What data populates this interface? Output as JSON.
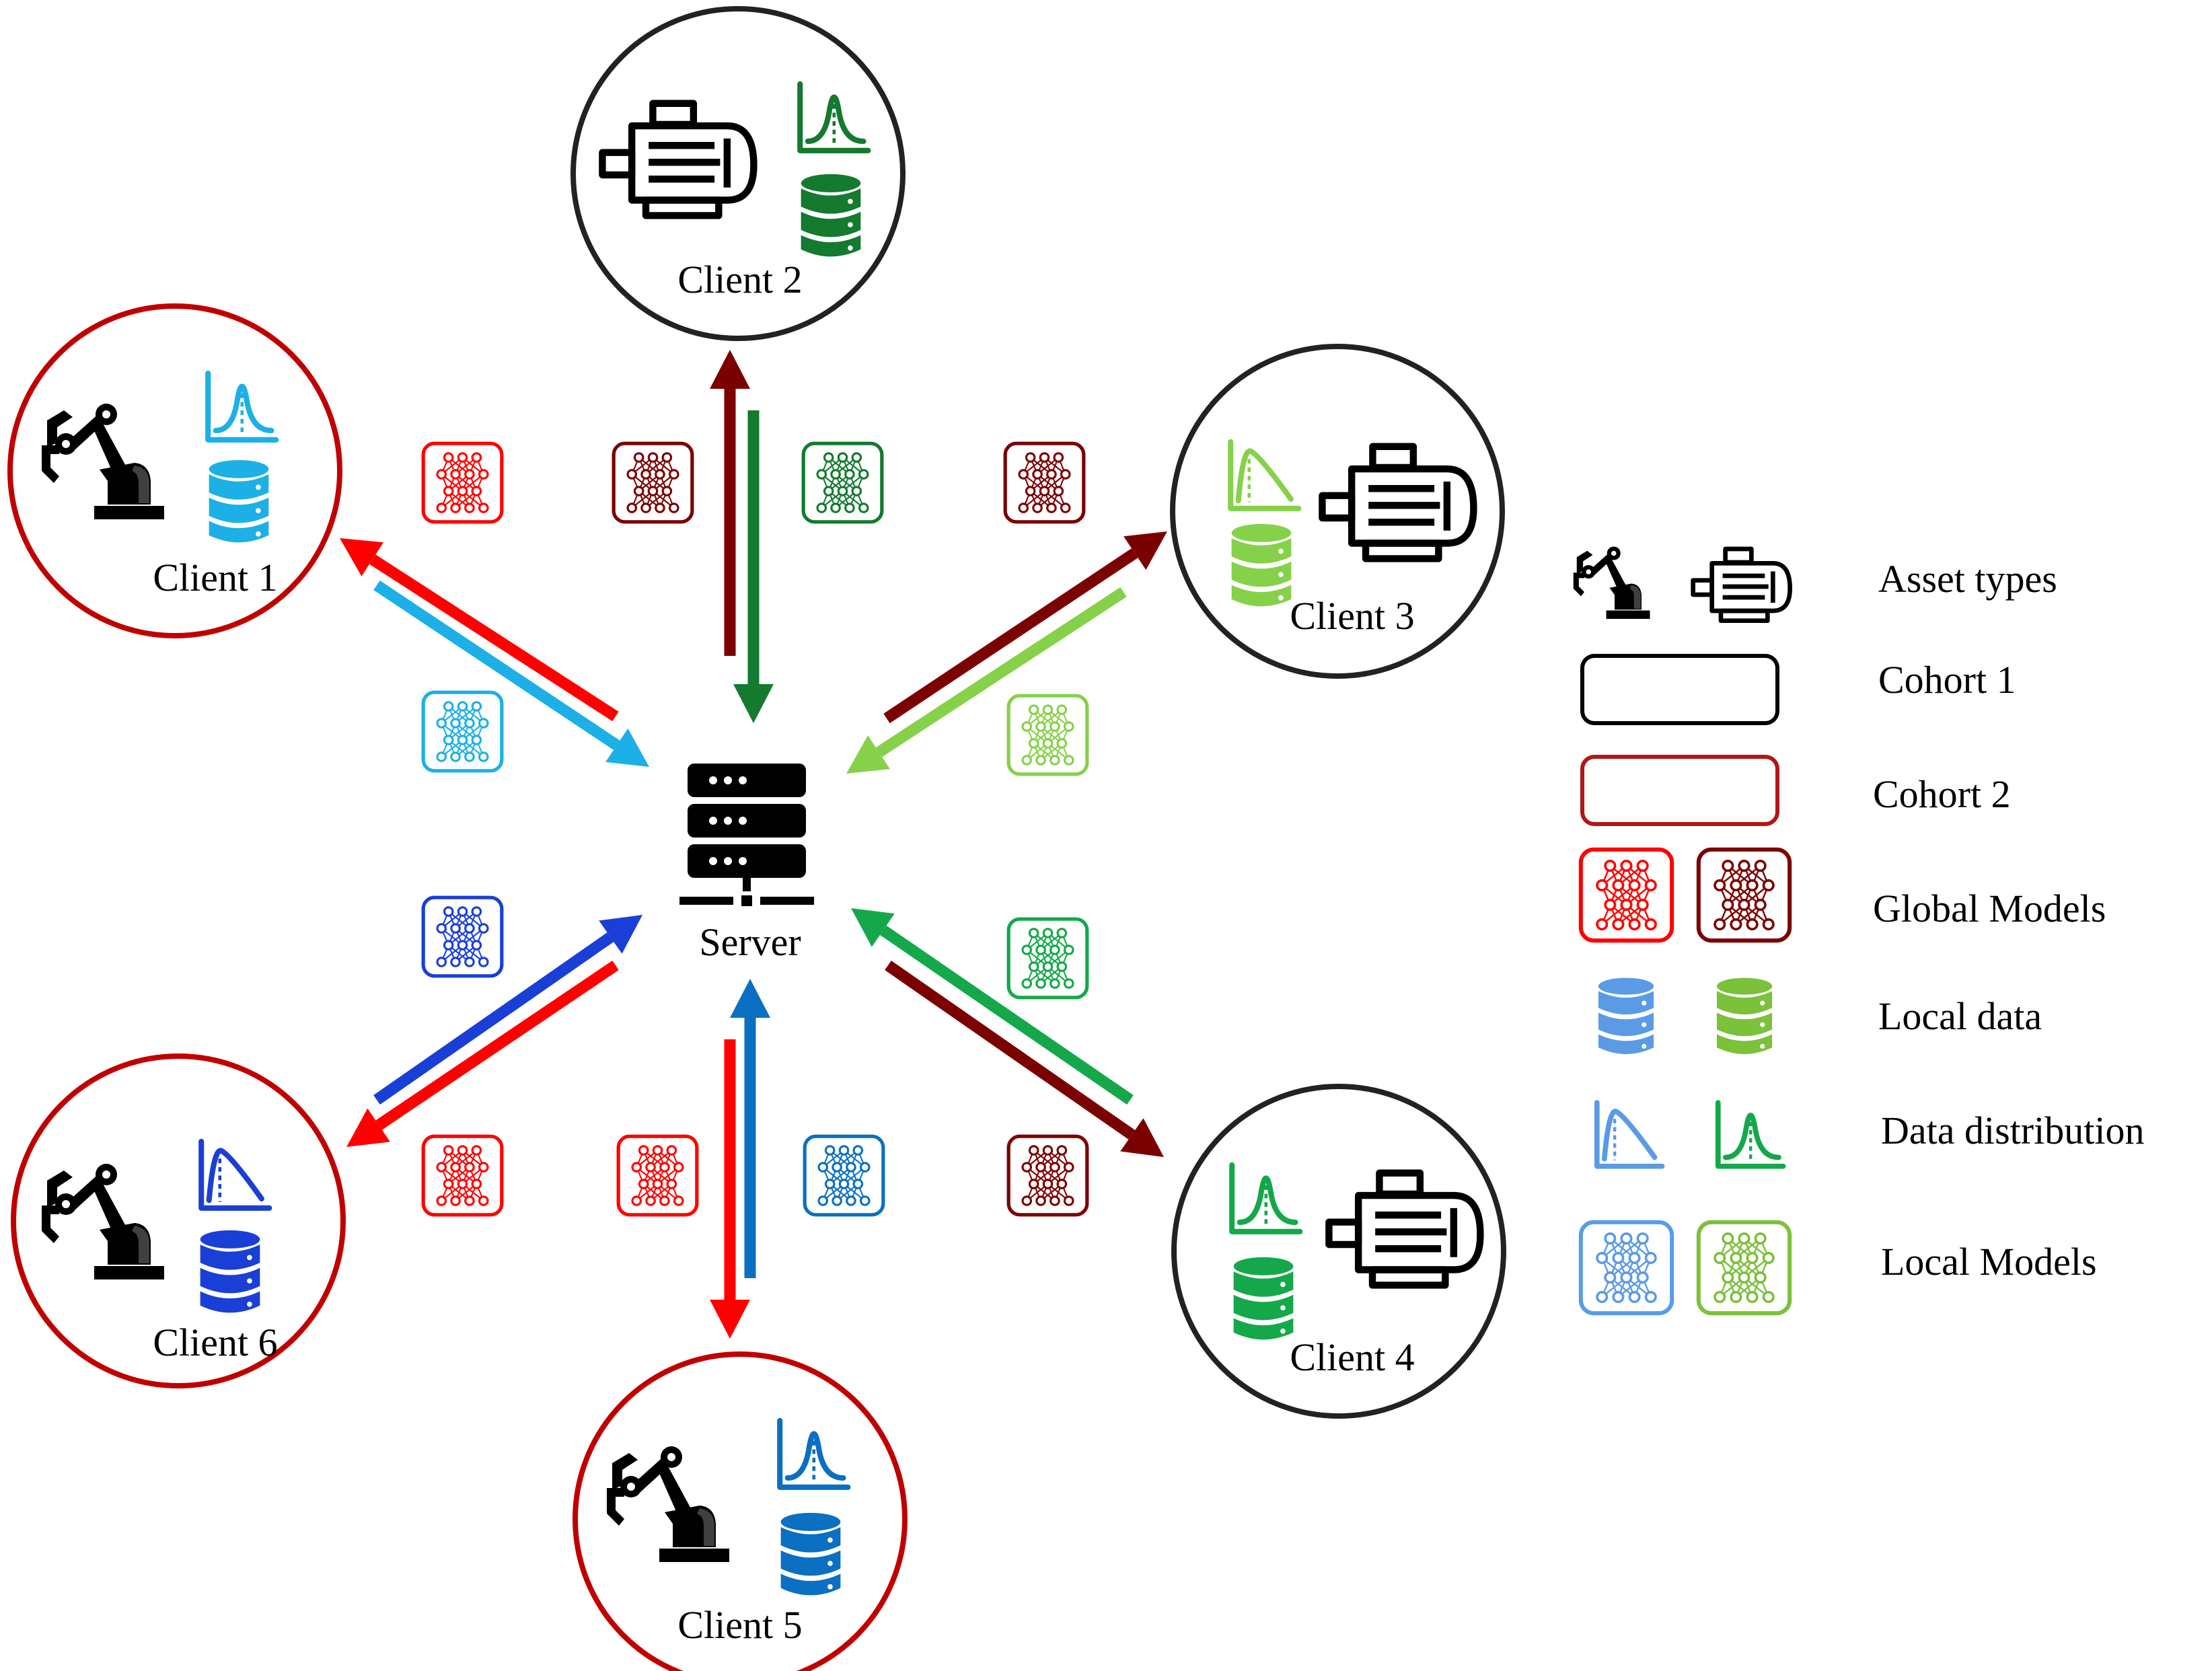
{
  "colors": {
    "cohort1_ring": "#222222",
    "cohort2_ring": "#c00000",
    "global_model_red": "#ff0000",
    "global_model_darkred": "#7b0000",
    "client1_data": "#1cb0e6",
    "client2_data": "#137a2e",
    "client3_data": "#86d14a",
    "client4_data": "#14a84a",
    "client5_data": "#0b6fc2",
    "client6_data": "#1a3fd6",
    "legend_blue": "#5b9be6",
    "legend_green": "#7bc13a",
    "legend_dark_green": "#14a84a"
  },
  "icons": {
    "asset_robot": "robot-arm-icon",
    "asset_motor": "electric-motor-icon",
    "server": "server-icon",
    "database": "database-icon",
    "distribution": "distribution-curve-icon",
    "model": "neural-network-icon"
  },
  "server": {
    "label": "Server"
  },
  "clients": [
    {
      "id": 1,
      "label": "Client 1",
      "cohort": 2,
      "asset": "robot",
      "color": "#1cb0e6",
      "distribution": "bell"
    },
    {
      "id": 2,
      "label": "Client 2",
      "cohort": 1,
      "asset": "motor",
      "color": "#137a2e",
      "distribution": "bell"
    },
    {
      "id": 3,
      "label": "Client 3",
      "cohort": 1,
      "asset": "motor",
      "color": "#86d14a",
      "distribution": "skewed"
    },
    {
      "id": 4,
      "label": "Client 4",
      "cohort": 1,
      "asset": "motor",
      "color": "#14a84a",
      "distribution": "bell"
    },
    {
      "id": 5,
      "label": "Client 5",
      "cohort": 2,
      "asset": "robot",
      "color": "#0b6fc2",
      "distribution": "bell"
    },
    {
      "id": 6,
      "label": "Client 6",
      "cohort": 2,
      "asset": "robot",
      "color": "#1a3fd6",
      "distribution": "skewed"
    }
  ],
  "legend": {
    "asset_types": "Asset types",
    "cohort1": "Cohort 1",
    "cohort2": "Cohort 2",
    "global_models": "Global Models",
    "local_data": "Local data",
    "data_distribution": "Data distribution",
    "local_models": "Local Models"
  }
}
